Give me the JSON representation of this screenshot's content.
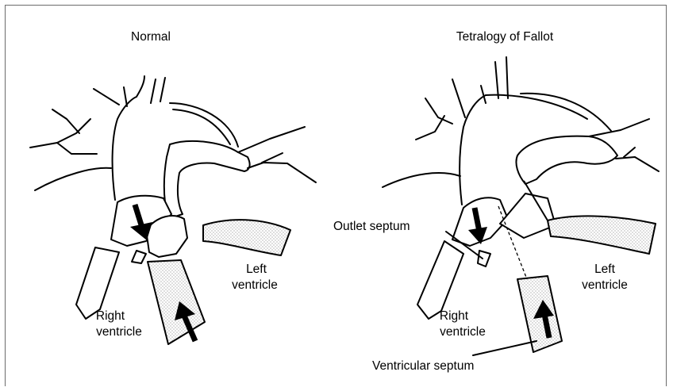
{
  "panels": {
    "normal": {
      "title": "Normal",
      "right_ventricle_label": [
        "Right",
        "ventricle"
      ],
      "left_ventricle_label": [
        "Left",
        "ventricle"
      ]
    },
    "tetralogy": {
      "title": "Tetralogy of Fallot",
      "right_ventricle_label": [
        "Right",
        "ventricle"
      ],
      "left_ventricle_label": [
        "Left",
        "ventricle"
      ],
      "outlet_septum_label": "Outlet septum",
      "ventricular_septum_label": "Ventricular septum"
    }
  },
  "colors": {
    "stroke": "#000000",
    "frame": "#6b6b6b",
    "stipple": "#9a9a9a"
  }
}
